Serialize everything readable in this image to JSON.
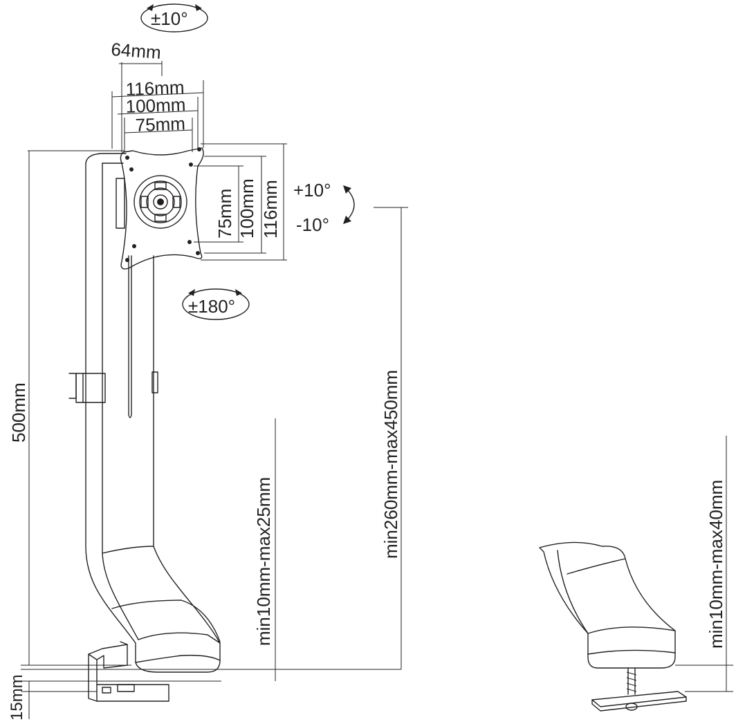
{
  "labels": {
    "tilt_top": "±10°",
    "offset_64": "64mm",
    "vesa_w_116": "116mm",
    "vesa_w_100": "100mm",
    "vesa_w_75": "75mm",
    "vesa_h_75": "75mm",
    "vesa_h_100": "100mm",
    "vesa_h_116": "116mm",
    "rot_plus": "+10°",
    "rot_minus": "-10°",
    "swivel": "±180°",
    "height_total": "500mm",
    "adjust_range": "min260mm-max450mm",
    "desk_thickness": "min10mm-max25mm",
    "base_offset": "15mm",
    "grommet_thickness": "min10mm-max40mm"
  }
}
